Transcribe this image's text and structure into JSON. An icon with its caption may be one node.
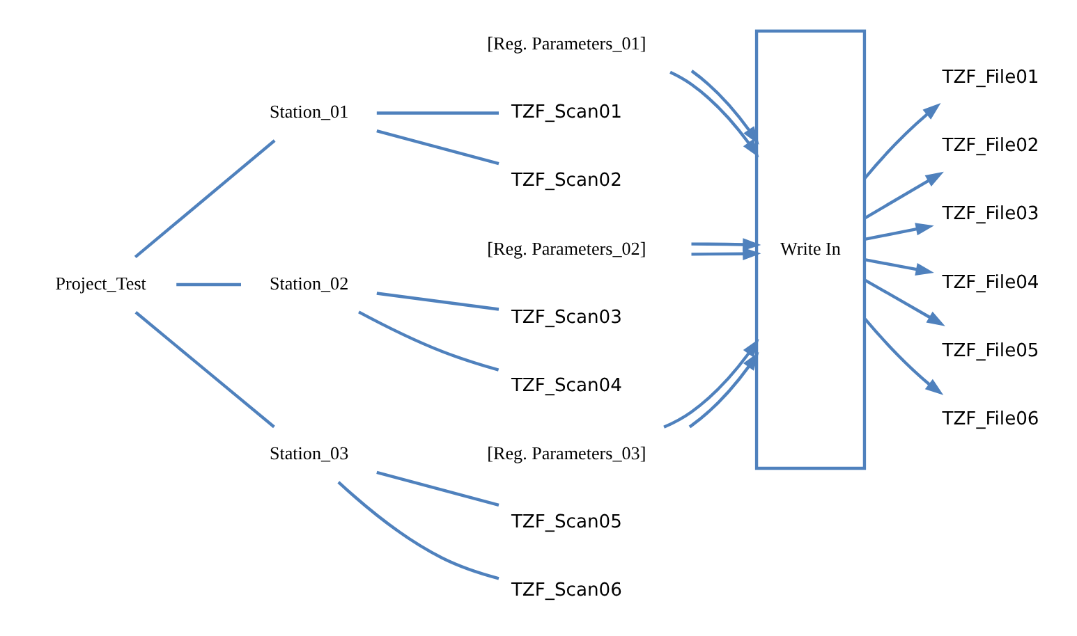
{
  "diagram": {
    "nodes": [
      {
        "text": [
          "Project_Test"
        ]
      },
      {
        "text": [
          "Station_01"
        ]
      },
      {
        "text": [
          "[Reg. Parameters_01]"
        ]
      },
      {
        "text": [
          "TZF_Scan01"
        ]
      },
      {
        "text": [
          "TZF_Scan02"
        ]
      },
      {
        "text": [
          "Station_02"
        ]
      },
      {
        "text": [
          "[Reg. Parameters_02]"
        ]
      },
      {
        "text": [
          "TZF_Scan03"
        ]
      },
      {
        "text": [
          "TZF_Scan04"
        ]
      },
      {
        "text": [
          "Station_03"
        ]
      },
      {
        "text": [
          "[Reg. Parameters_03]"
        ]
      },
      {
        "text": [
          "TZF_Scan05"
        ]
      },
      {
        "text": [
          "TZF_Scan06"
        ]
      },
      {
        "text": [
          "Write In"
        ]
      },
      {
        "text": [
          "TZF_File01"
        ]
      },
      {
        "text": [
          "TZF_File02"
        ]
      },
      {
        "text": [
          "TZF_File03"
        ]
      },
      {
        "text": [
          "TZF_File04"
        ]
      },
      {
        "text": [
          "TZF_File05"
        ]
      },
      {
        "text": [
          "TZF_File06"
        ]
      }
    ],
    "edges": [
      {
        "from": 0,
        "to": 1,
        "arrow": "none"
      },
      {
        "from": 0,
        "to": 5,
        "arrow": "none"
      },
      {
        "from": 0,
        "to": 9,
        "arrow": "none"
      },
      {
        "from": 1,
        "to": 3,
        "arrow": "none"
      },
      {
        "from": 1,
        "to": 4,
        "arrow": "none"
      },
      {
        "from": 5,
        "to": 7,
        "arrow": "none"
      },
      {
        "from": 5,
        "to": 8,
        "arrow": "none"
      },
      {
        "from": 9,
        "to": 11,
        "arrow": "none"
      },
      {
        "from": 9,
        "to": 12,
        "arrow": "none"
      },
      {
        "from": 2,
        "to": 13,
        "arrow": "to"
      },
      {
        "from": 2,
        "to": 13,
        "arrow": "to"
      },
      {
        "from": 6,
        "to": 13,
        "arrow": "to"
      },
      {
        "from": 6,
        "to": 13,
        "arrow": "to"
      },
      {
        "from": 10,
        "to": 13,
        "arrow": "to"
      },
      {
        "from": 10,
        "to": 13,
        "arrow": "to"
      },
      {
        "from": 13,
        "to": 14,
        "arrow": "to"
      },
      {
        "from": 13,
        "to": 15,
        "arrow": "to"
      },
      {
        "from": 13,
        "to": 16,
        "arrow": "to"
      },
      {
        "from": 13,
        "to": 17,
        "arrow": "to"
      },
      {
        "from": 13,
        "to": 18,
        "arrow": "to"
      },
      {
        "from": 13,
        "to": 19,
        "arrow": "to"
      }
    ]
  }
}
